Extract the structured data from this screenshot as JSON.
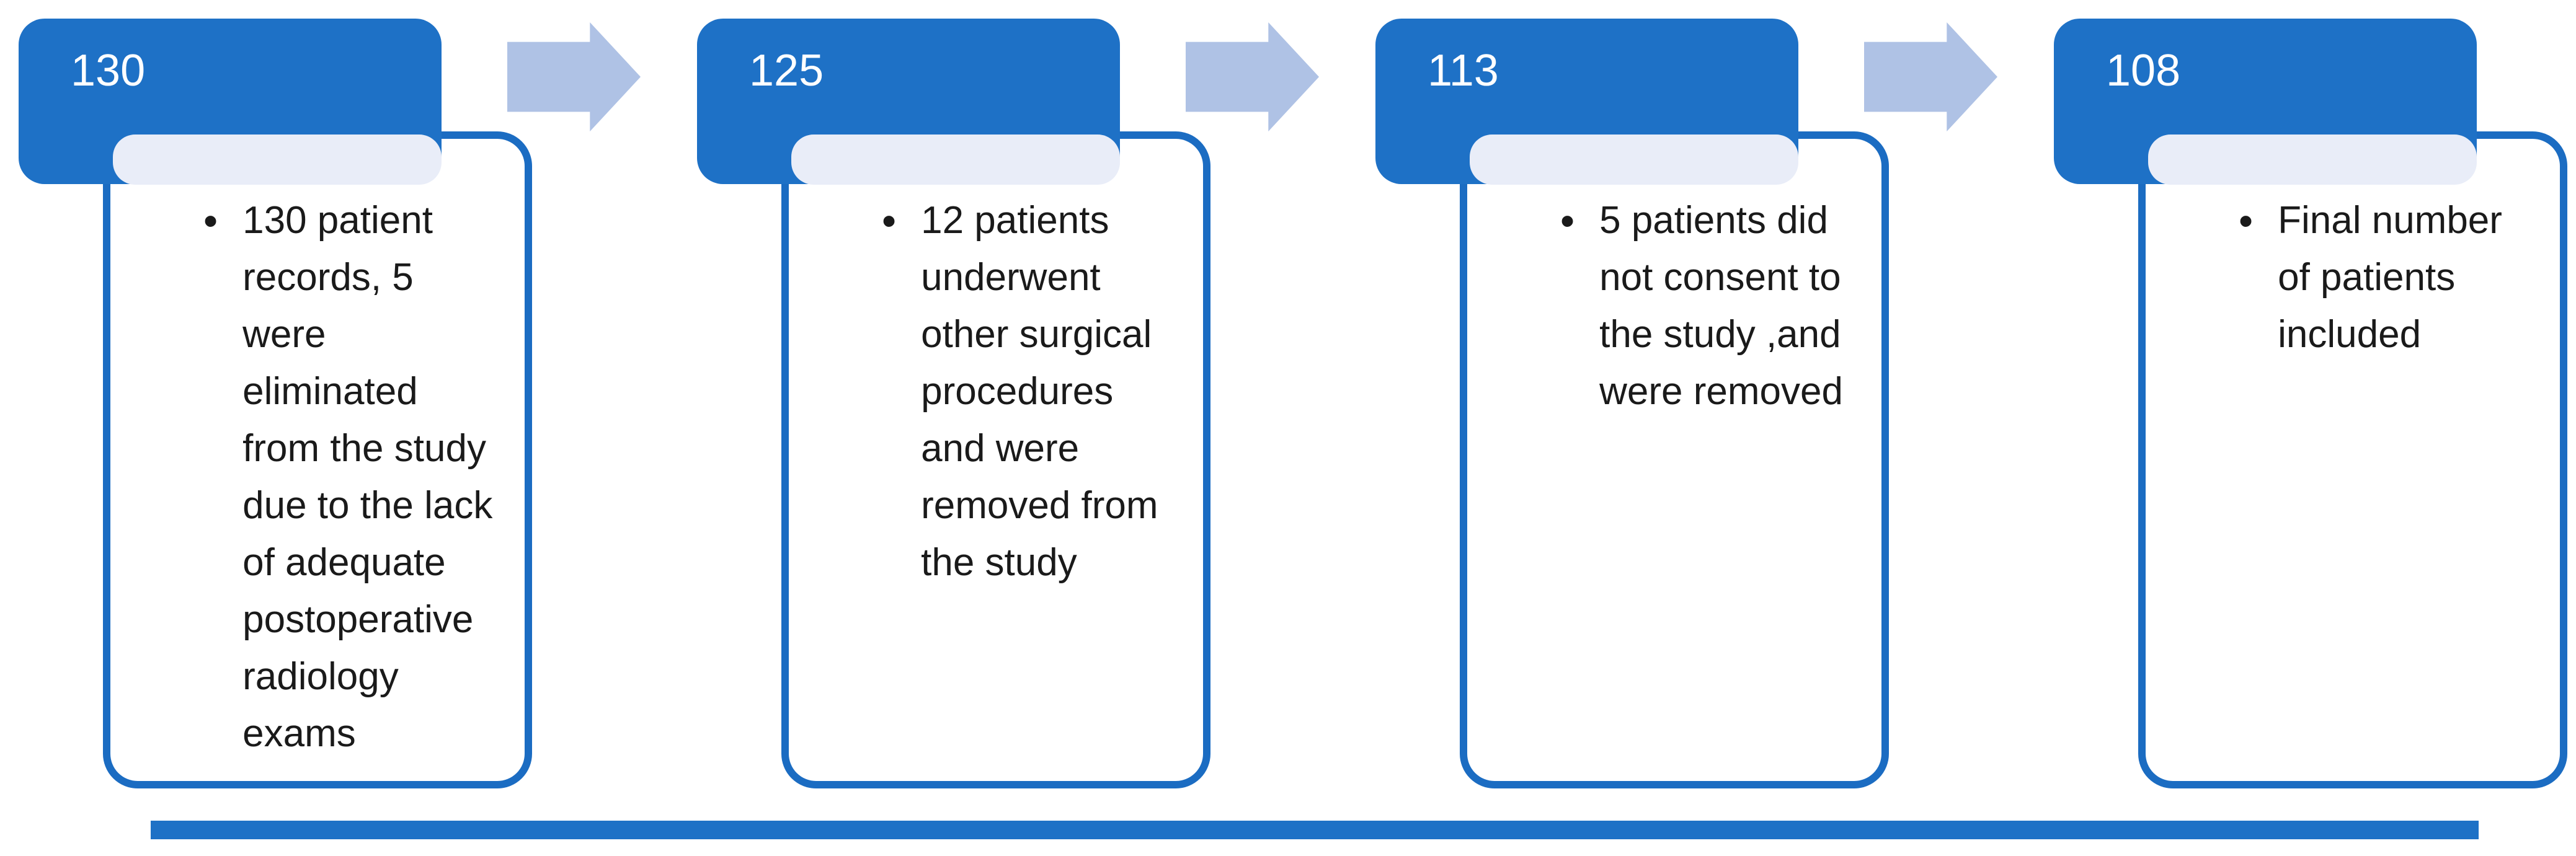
{
  "diagram": {
    "kind": "process-flow",
    "orientation": "horizontal"
  },
  "colors": {
    "accent": "#1E71C6",
    "card_border": "#1B6CC2",
    "band": "#E9EDF8",
    "arrow": "#AFC2E5",
    "text": "#1A1A1A"
  },
  "bullet_glyph": "•",
  "steps": [
    {
      "count": "130",
      "description": "130 patient\nrecords, 5\nwere\neliminated\nfrom the study\ndue to the lack\nof adequate\npostoperative\nradiology\nexams"
    },
    {
      "count": "125",
      "description": "12 patients\nunderwent\nother surgical\nprocedures\nand were\nremoved from\nthe study"
    },
    {
      "count": "113",
      "description": "5 patients did\nnot consent to\nthe study ,and\nwere removed"
    },
    {
      "count": "108",
      "description": "Final number\nof patients\nincluded"
    }
  ]
}
